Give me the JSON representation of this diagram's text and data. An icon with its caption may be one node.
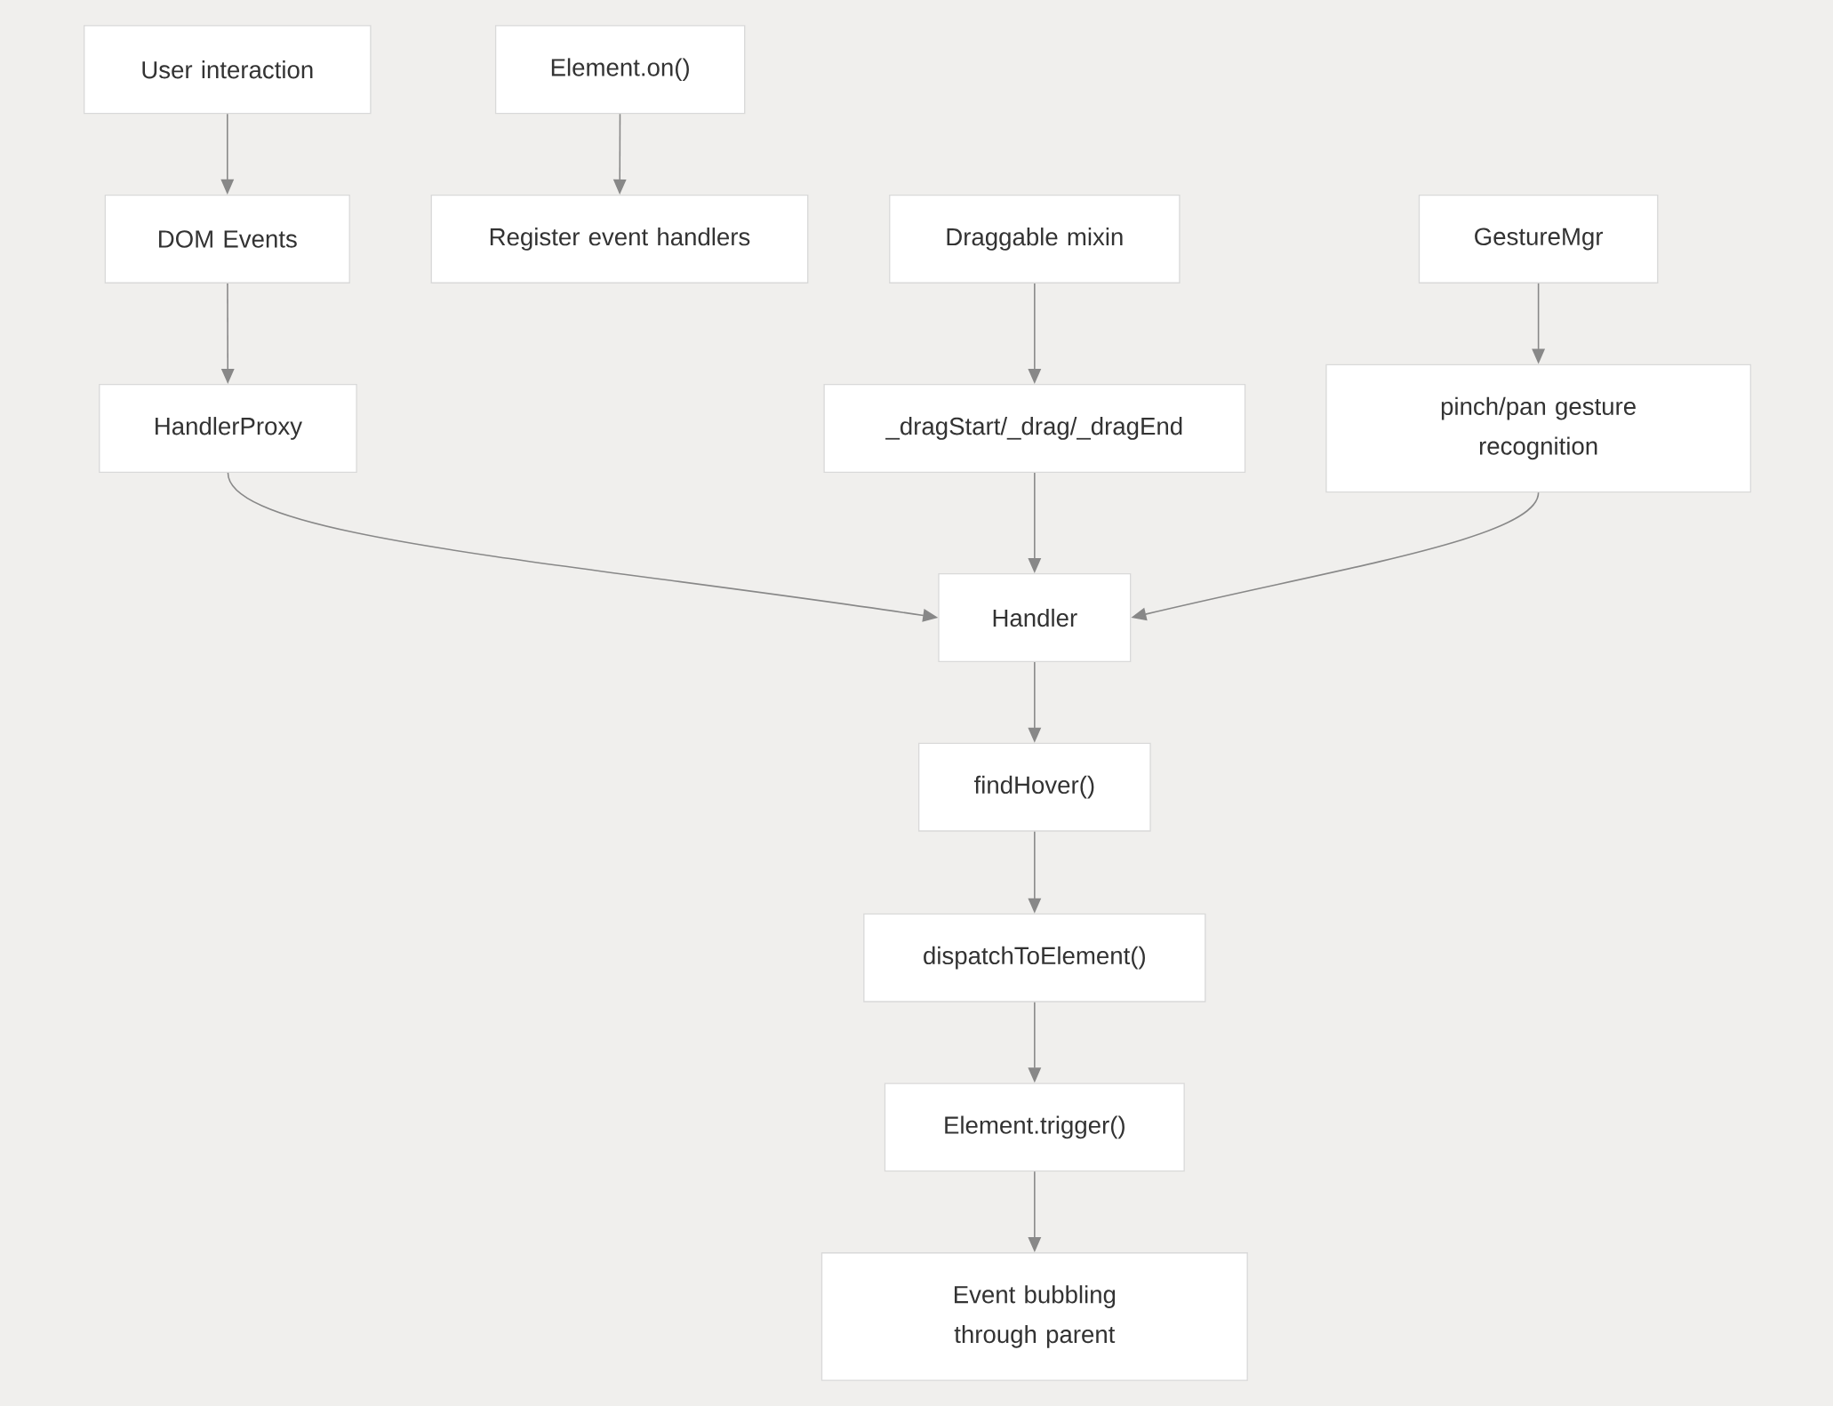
{
  "diagram": {
    "nodes": [
      {
        "text": [
          "User interaction"
        ]
      },
      {
        "text": [
          "Element.on()"
        ]
      },
      {
        "text": [
          "DOM Events"
        ]
      },
      {
        "text": [
          "Register event handlers"
        ]
      },
      {
        "text": [
          "Draggable mixin"
        ]
      },
      {
        "text": [
          "GestureMgr"
        ]
      },
      {
        "text": [
          "HandlerProxy"
        ]
      },
      {
        "text": [
          "_dragStart/_drag/_dragEnd"
        ]
      },
      {
        "text": [
          "pinch/pan gesture recognition"
        ]
      },
      {
        "text": [
          "Handler"
        ]
      },
      {
        "text": [
          "findHover()"
        ]
      },
      {
        "text": [
          "dispatchToElement()"
        ]
      },
      {
        "text": [
          "Element.trigger()"
        ]
      },
      {
        "text": [
          "Event bubbling through parent"
        ]
      }
    ],
    "edges": [
      {
        "from": 0,
        "to": 2,
        "arrow": "to"
      },
      {
        "from": 1,
        "to": 3,
        "arrow": "to"
      },
      {
        "from": 2,
        "to": 6,
        "arrow": "to"
      },
      {
        "from": 4,
        "to": 7,
        "arrow": "to"
      },
      {
        "from": 5,
        "to": 8,
        "arrow": "to"
      },
      {
        "from": 6,
        "to": 9,
        "arrow": "to"
      },
      {
        "from": 7,
        "to": 9,
        "arrow": "to"
      },
      {
        "from": 8,
        "to": 9,
        "arrow": "to"
      },
      {
        "from": 9,
        "to": 10,
        "arrow": "to"
      },
      {
        "from": 10,
        "to": 11,
        "arrow": "to"
      },
      {
        "from": 11,
        "to": 12,
        "arrow": "to"
      },
      {
        "from": 12,
        "to": 13,
        "arrow": "to"
      }
    ]
  }
}
